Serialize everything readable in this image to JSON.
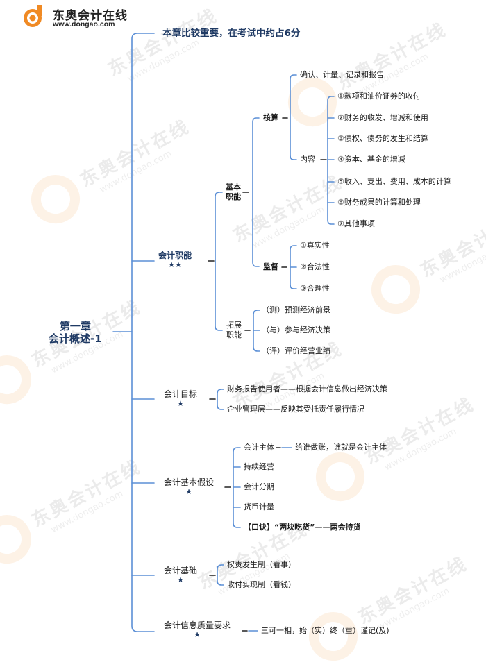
{
  "logo": {
    "name": "东奥会计在线",
    "url": "www.dongao.com"
  },
  "watermark": {
    "text": "东奥会计在线",
    "url": "www.dongao.com"
  },
  "colors": {
    "line": "#5b8fd6",
    "title": "#1f3a64",
    "logo_orange": "#f08a24"
  },
  "mindmap": {
    "root": {
      "line1": "第一章",
      "line2": "会计概述-1"
    },
    "note": "本章比较重要，在考试中约占6分",
    "functions": {
      "label": "会计职能",
      "stars": "★★",
      "basic": {
        "label_line1": "基本",
        "label_line2": "职能",
        "accounting": {
          "label": "核算",
          "definition": "确认、计量、记录和报告",
          "content_label": "内容",
          "content_items": [
            "①款项和油价证券的收付",
            "②财务的收发、增减和使用",
            "③债权、债务的发生和结算",
            "④资本、基金的增减",
            "⑤收入、支出、费用、成本的计算",
            "⑥财务成果的计算和处理",
            "⑦其他事项"
          ]
        },
        "supervision": {
          "label": "监督",
          "items": [
            "①真实性",
            "②合法性",
            "③合理性"
          ]
        }
      },
      "extended": {
        "label_line1": "拓展",
        "label_line2": "职能",
        "items": [
          "（测）预测经济前景",
          "（与）参与经济决策",
          "（评）评价经营业绩"
        ]
      }
    },
    "objectives": {
      "label": "会计目标",
      "stars": "★",
      "items": [
        "财务报告使用者——根据会计信息做出经济决策",
        "企业管理层——反映其受托责任履行情况"
      ]
    },
    "assumptions": {
      "label": "会计基本假设",
      "stars": "★",
      "items": [
        "会计主体",
        "持续经营",
        "会计分期",
        "货币计量"
      ],
      "entity_note": "给谁做账，谁就是会计主体",
      "mnemonic": "【口诀】“两块吃货”——两会持货"
    },
    "basis": {
      "label": "会计基础",
      "stars": "★",
      "items": [
        "权责发生制（看事）",
        "收付实现制（看钱）"
      ]
    },
    "quality": {
      "label": "会计信息质量要求",
      "stars": "★",
      "note": "三可一相，始（实）终（重）谨记(及)"
    }
  }
}
